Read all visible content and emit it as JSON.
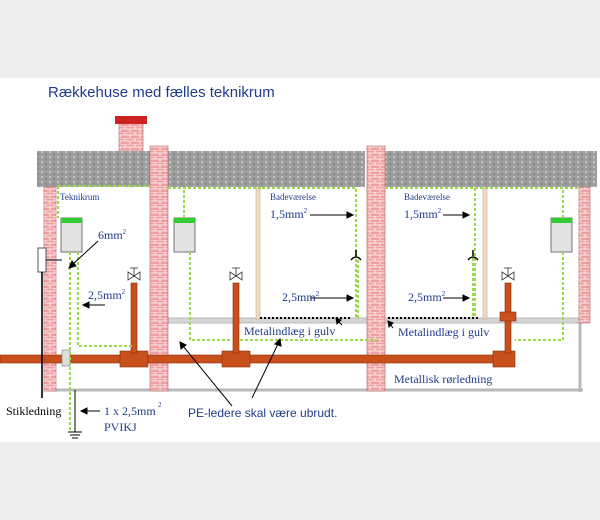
{
  "title": "Rækkehuse med fælles teknikrum",
  "rooms": {
    "teknikrum": "Teknikrum",
    "bath_left": "Badeværelse",
    "bath_right": "Badeværelse"
  },
  "labels": {
    "cross_6": "6mm",
    "cross_25": "2,5mm",
    "bath_left_15": "1,5mm",
    "bath_left_25": "2,5mm",
    "bath_right_15": "1,5mm",
    "bath_right_25": "2,5mm",
    "sup": "2",
    "floor_left": "Metalindlæg i gulv",
    "floor_right": "Metalindlæg i gulv",
    "pipe": "Metallisk rørledning",
    "stik": "Stikledning",
    "ground_cable_a": "1 x 2,5mm",
    "ground_cable_b": "PVIKJ",
    "pe_note": "PE-ledere skal være ubrudt."
  },
  "colors": {
    "title_blue": "#1f3c8c",
    "pipe_orange": "#c8501c",
    "pe_green": "#9ad94a",
    "brick": "#e8a0a0",
    "roof_gray": "#a8a8a8",
    "chimney_red": "#cc2222"
  }
}
